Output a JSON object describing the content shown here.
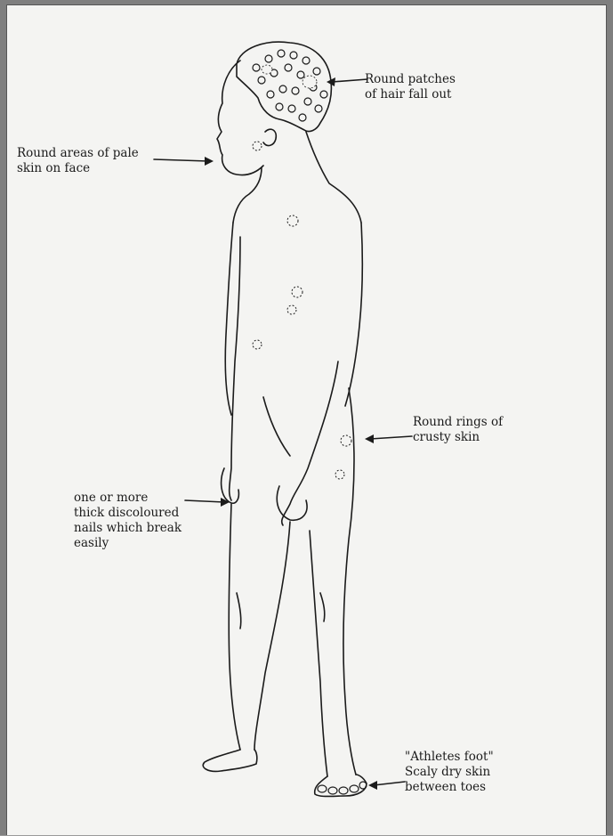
{
  "labels": {
    "hair": "Round patches\nof hair fall out",
    "face": "Round areas of pale\nskin on face",
    "rings": "Round rings of\ncrusty skin",
    "nails": "one or more\nthick discoloured\nnails which break\neasily",
    "foot": "\"Athletes foot\"\nScaly dry skin\nbetween toes"
  },
  "colors": {
    "ink": "#1b1b1b",
    "paper": "#f4f4f2",
    "frame": "#7f7f7f"
  }
}
